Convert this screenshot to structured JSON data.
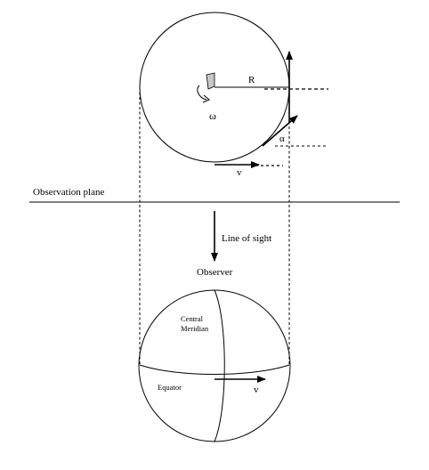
{
  "labels": {
    "radius": "R",
    "angular_velocity": "ω",
    "angle": "α",
    "velocity_top": "v",
    "observation_plane": "Observation plane",
    "line_of_sight": "Line of sight",
    "observer": "Observer",
    "central_meridian_line1": "Central",
    "central_meridian_line2": "Meridian",
    "equator": "Equator",
    "velocity_bottom": "v"
  },
  "colors": {
    "stroke": "#000000",
    "rotation_arrow_fill": "#c8c8c8"
  }
}
